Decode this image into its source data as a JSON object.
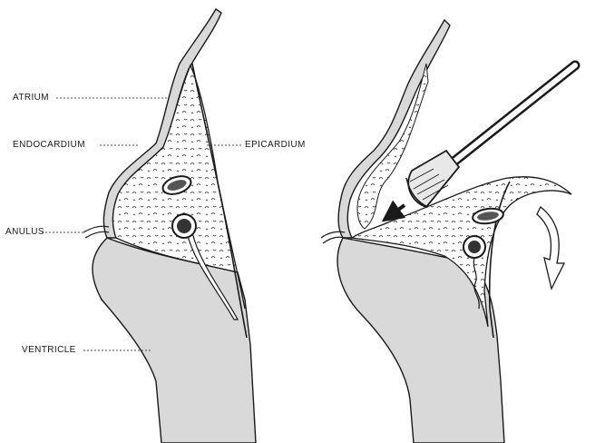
{
  "labels": {
    "atrium": "ATRIUM",
    "endocardium": "ENDOCARDIUM",
    "epicardium": "EPICARDIUM",
    "anulus": "ANULUS",
    "ventricle": "VENTRICLE"
  },
  "colors": {
    "ink": "#1a1a1a",
    "tissue": "#d9d9d9",
    "fat": "#ffffff",
    "background": "#ffffff"
  }
}
